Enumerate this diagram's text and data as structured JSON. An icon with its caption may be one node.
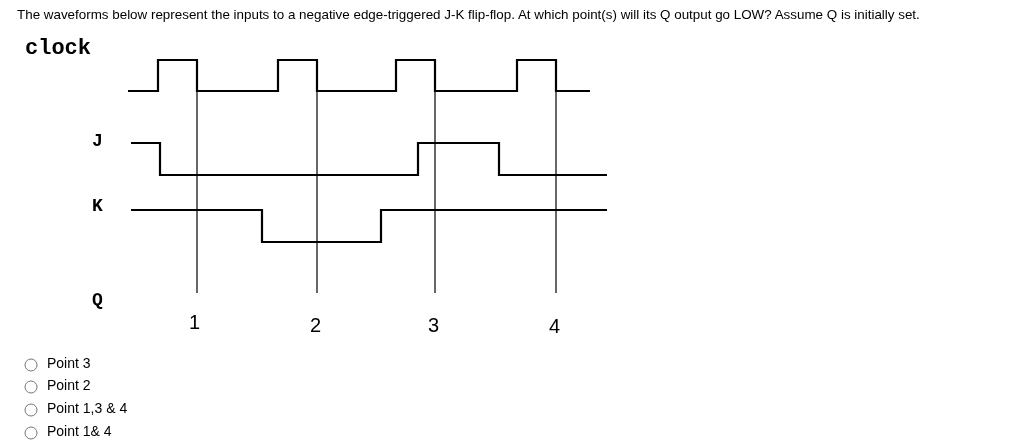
{
  "diagram": {
    "title": "The waveforms below represent the inputs to a negative edge-triggered J-K flip-flop. At which point(s) will its Q output go LOW? Assume Q is initially set.",
    "labels": [
      "clock",
      "J",
      "K",
      "Q",
      "1",
      "2",
      "3",
      "4",
      "Point 3",
      "Point 2",
      "Point 1,3 & 4",
      "Point 1& 4"
    ]
  }
}
